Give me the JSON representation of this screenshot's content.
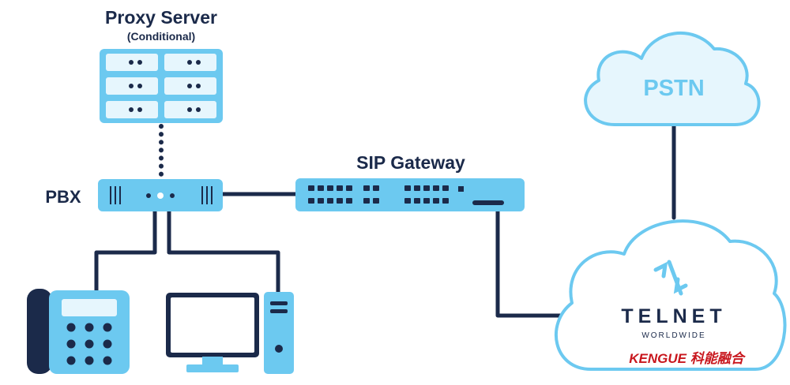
{
  "colors": {
    "navy": "#1b2a4a",
    "light_blue": "#6cc9f0",
    "pale_blue": "#e6f6fd",
    "white": "#ffffff",
    "watermark_red": "#c8161d"
  },
  "proxy_server": {
    "title": "Proxy Server",
    "subtitle": "(Conditional)",
    "icon": "server-rack-icon"
  },
  "pbx": {
    "label": "PBX",
    "icon": "pbx-unit-icon"
  },
  "sip_gateway": {
    "label": "SIP Gateway",
    "icon": "network-switch-icon"
  },
  "pstn": {
    "label": "PSTN",
    "icon": "cloud-icon"
  },
  "telnet": {
    "name": "TELNET",
    "tagline": "WORLDWIDE",
    "icon": "telnet-logo-icon"
  },
  "endpoints": {
    "desk_phone_icon": "desk-phone-icon",
    "computer_icon": "desktop-computer-icon"
  },
  "watermark": {
    "text": "KENGUE 科能融合"
  }
}
